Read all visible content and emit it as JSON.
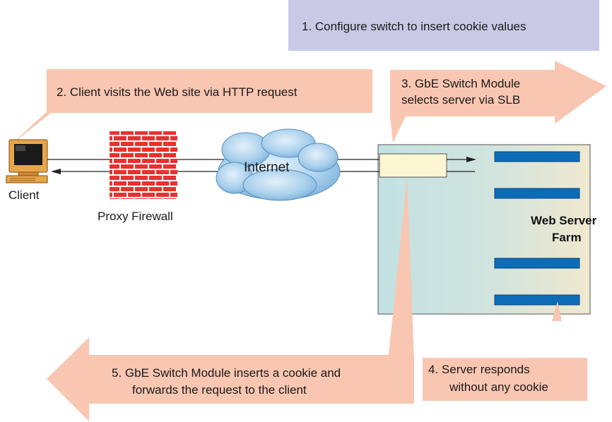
{
  "steps": {
    "step1": "1.  Configure switch to insert cookie values",
    "step2": "2.  Client visits the Web site via HTTP request",
    "step3_line1": "3.  GbE Switch Module",
    "step3_line2": "selects server via SLB",
    "step4_line1": "4.  Server responds",
    "step4_line2": "without any cookie",
    "step5_line1": "5.  GbE Switch Module inserts a cookie and",
    "step5_line2": "forwards the request to the client"
  },
  "nodes": {
    "client": "Client",
    "firewall": "Proxy Firewall",
    "internet": "Internet",
    "server_farm_line1": "Web Server",
    "server_farm_line2": "Farm"
  },
  "colors": {
    "callout_fill": "#f8c6b1",
    "step1_fill": "#c9c9e6",
    "switch_box_fill": "#fdf6d3",
    "server_bar": "#0d6cb8",
    "cloud": "#9bc6e6",
    "brick": "#e8322e"
  },
  "icons": [
    "computer-icon",
    "firewall-icon",
    "cloud-icon"
  ]
}
